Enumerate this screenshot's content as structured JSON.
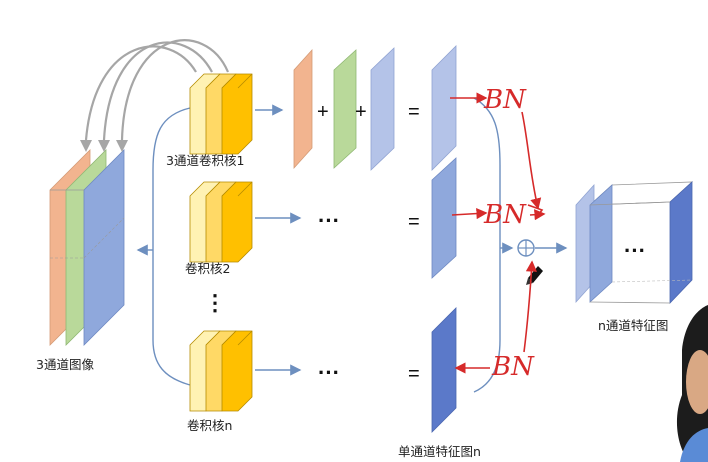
{
  "labels": {
    "input_image": "3通道图像",
    "kernel_1": "3通道卷积核1",
    "kernel_2": "卷积核2",
    "kernel_n": "卷积核n",
    "single_channel_map": "单通道特征图n",
    "n_channel_map": "n通道特征图"
  },
  "operators": {
    "plus": "+",
    "equals": "=",
    "ellipsis": "···",
    "vertical_ellipsis": "⋮"
  },
  "annotations": {
    "bn": "BN"
  },
  "colors": {
    "orange": "#f2b48f",
    "green": "#b9d99a",
    "blue_light": "#b4c3e8",
    "blue_mid": "#8fa8dc",
    "blue_dark": "#5b79c9",
    "kernel_yellow": "#ffd966",
    "kernel_gold": "#ffc000",
    "arrow_blue": "#6d8fbf",
    "annotation_red": "#d62a2a"
  }
}
